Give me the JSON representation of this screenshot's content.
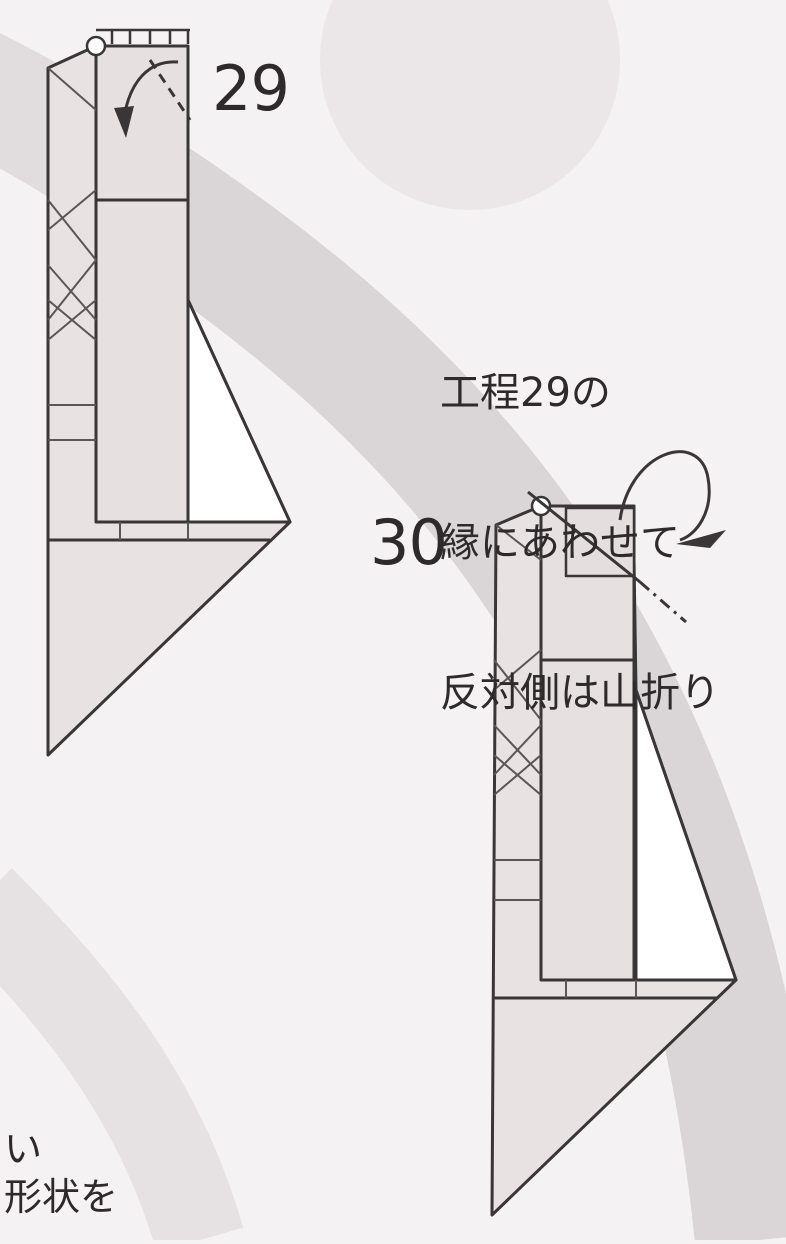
{
  "steps": [
    {
      "number": "29"
    },
    {
      "number": "30",
      "instruction_lines": [
        "工程29の",
        "縁にあわせて",
        "反対側は山折り"
      ]
    }
  ],
  "footer_fragment": [
    "い",
    "形状を"
  ],
  "colors": {
    "background": "#f4f2f3",
    "background_arc": "#dcd8d9",
    "paper_fill": "#e9e3e4",
    "line": "#3a3536",
    "crease": "#6e6869"
  }
}
